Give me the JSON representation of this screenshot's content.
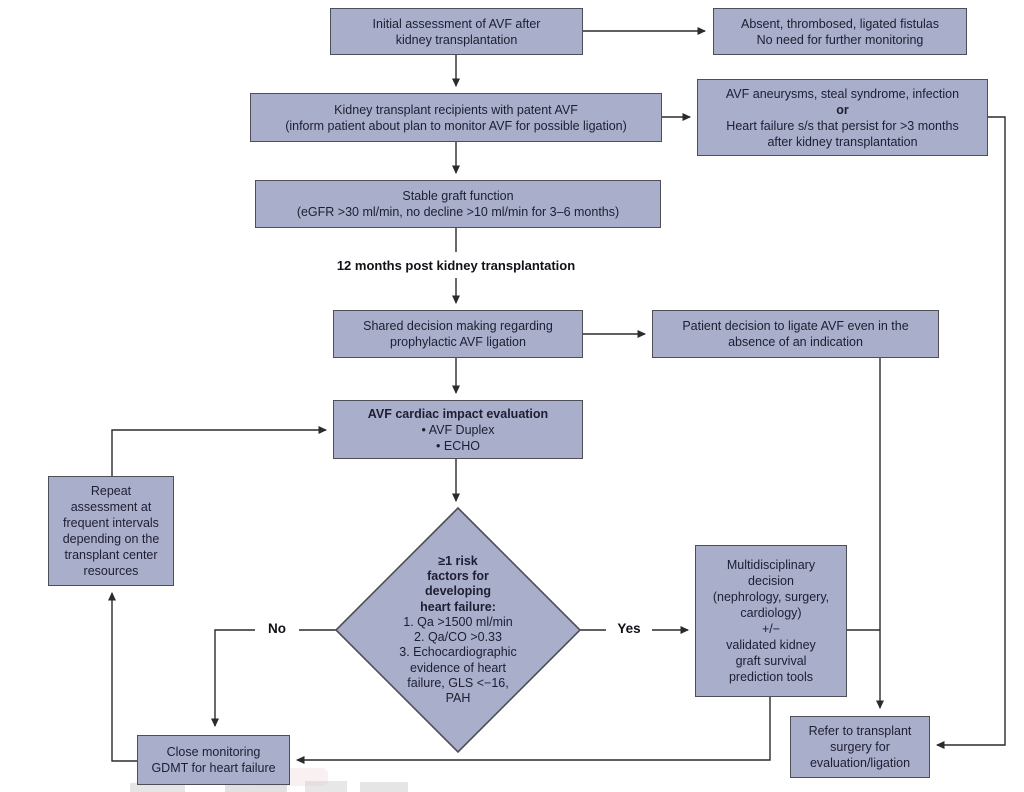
{
  "diagram_title": "AVF monitoring and ligation decision pathway after kidney transplantation",
  "colors": {
    "box_fill": "#a9aecb",
    "box_border": "#4e4e58",
    "line": "#2b2b2b",
    "text": "#1e1e32",
    "background": "#ffffff"
  },
  "nodes": {
    "initial": {
      "text": "Initial assessment of AVF after\nkidney transplantation"
    },
    "absent": {
      "text": "Absent, thrombosed, ligated fistulas\nNo need for further monitoring"
    },
    "recipients": {
      "text": "Kidney transplant recipients with patent AVF\n(inform patient about plan to monitor AVF for possible ligation)"
    },
    "aneurysms": {
      "line1": "AVF aneurysms, steal syndrome, infection",
      "or_label": "or",
      "line2": "Heart failure s/s that persist for >3 months\nafter kidney transplantation"
    },
    "stable": {
      "text": "Stable graft function\n(eGFR >30 ml/min, no decline >10 ml/min for 3–6 months)"
    },
    "twelve_months": {
      "text": "12 months post kidney transplantation"
    },
    "shared": {
      "text": "Shared decision making regarding\nprophylactic AVF ligation"
    },
    "patient_decision": {
      "text": "Patient decision to ligate AVF even in the\nabsence of an indication"
    },
    "cardiac": {
      "title": "AVF cardiac impact evaluation",
      "bullets": "• AVF Duplex\n• ECHO"
    },
    "repeat": {
      "text": "Repeat\nassessment at\nfrequent intervals\ndepending on the\ntransplant center\nresources"
    },
    "risk_diamond": {
      "title": "≥1 risk\nfactors for\ndeveloping\nheart failure:",
      "body": "1. Qa >1500 ml/min\n2. Qa/CO >0.33\n3. Echocardiographic\nevidence of heart\nfailure, GLS <−16,\nPAH"
    },
    "multidisciplinary": {
      "text": "Multidisciplinary\ndecision\n(nephrology, surgery,\ncardiology)\n+/−\nvalidated kidney\ngraft survival\nprediction tools"
    },
    "close_monitoring": {
      "text": "Close monitoring\nGDMT for heart failure"
    },
    "refer": {
      "text": "Refer to transplant\nsurgery for\nevaluation/ligation"
    }
  },
  "edge_labels": {
    "no": "No",
    "yes": "Yes"
  }
}
